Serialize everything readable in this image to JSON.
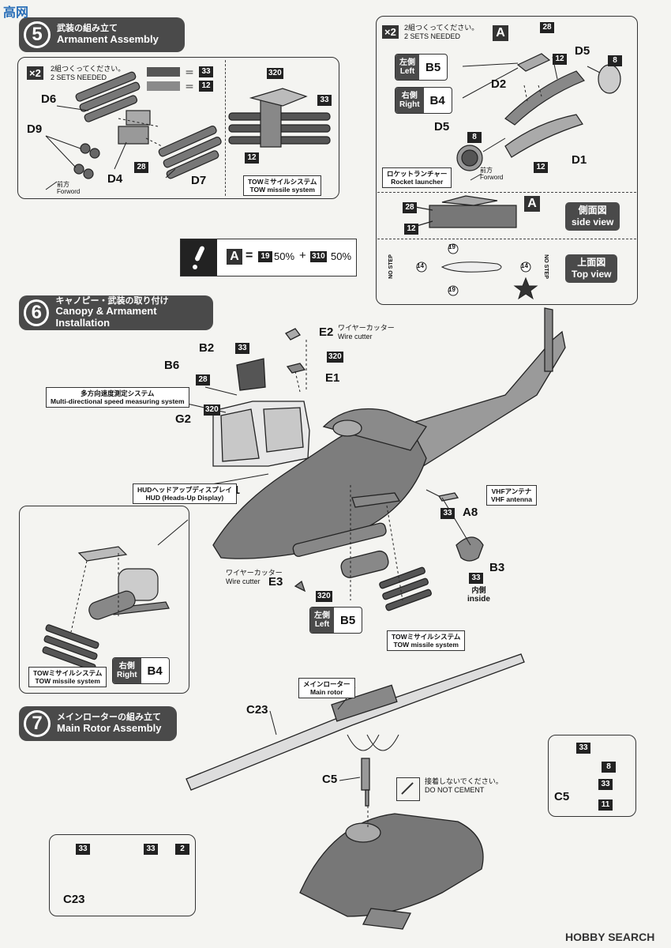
{
  "step5": {
    "num": "5",
    "title_jp": "武装の組み立て",
    "title_en": "Armament Assembly",
    "x2": "×2",
    "make_jp": "2組つくってください。",
    "make_en": "2 SETS NEEDED",
    "legend": [
      {
        "code": "33",
        "eq": "＝"
      },
      {
        "code": "12",
        "eq": "＝"
      }
    ],
    "parts": [
      "D6",
      "D9",
      "D4",
      "D7"
    ],
    "badge28": "28",
    "forward_jp": "前方",
    "forward_en": "Forword",
    "tow_code_top": "320",
    "tow_code_right": "33",
    "tow_code_bottom": "12",
    "tow_caption_jp": "TOWミサイルシステム",
    "tow_caption_en": "TOW missile system"
  },
  "launcher": {
    "x2": "×2",
    "make_jp": "2組つくってください。",
    "make_en": "2 SETS NEEDED",
    "a_box": "A",
    "codes": {
      "c28": "28",
      "c12a": "12",
      "c8a": "8",
      "c8b": "8",
      "c12b": "12"
    },
    "parts": {
      "d5a": "D5",
      "d2": "D2",
      "d5b": "D5",
      "d1": "D1"
    },
    "left_jp": "左側",
    "left_en": "Left",
    "left_part": "B5",
    "right_jp": "右側",
    "right_en": "Right",
    "right_part": "B4",
    "caption_jp": "ロケットランチャー",
    "caption_en": "Rocket launcher",
    "forward_jp": "前方",
    "forward_en": "Forword",
    "side_codes": {
      "c28": "28",
      "c12": "12",
      "a": "A"
    },
    "side_view_jp": "側面図",
    "side_view_en": "side view",
    "top_view_jp": "上面図",
    "top_view_en": "Top view",
    "top_codes": {
      "a": "19",
      "b": "14",
      "c": "14",
      "d": "19"
    },
    "no_step": "NO STEP"
  },
  "paint": {
    "a_box": "A",
    "eq": "=",
    "c1": "19",
    "p1": "50%",
    "plus": "+",
    "c2": "310",
    "p2": "50%"
  },
  "step6": {
    "num": "6",
    "title_jp": "キャノピー・武装の取り付け",
    "title_en": "Canopy & Armament Installation",
    "wire_cutter_jp": "ワイヤーカッター",
    "wire_cutter_en": "Wire cutter",
    "parts": {
      "e2": "E2",
      "b2": "B2",
      "b6": "B6",
      "e1": "E1",
      "g2": "G2",
      "g1": "G1",
      "a8": "A8",
      "b3": "B3",
      "e3": "E3"
    },
    "codes": {
      "c33a": "33",
      "c320a": "320",
      "c28": "28",
      "c320b": "320",
      "c33b": "33",
      "c33c": "33",
      "c320c": "320"
    },
    "speed_jp": "多方向速度測定システム",
    "speed_en": "Multi-directional speed measuring system",
    "hud_jp": "HUDヘッドアップディスプレイ",
    "hud_en": "HUD (Heads-Up Display)",
    "vhf_jp": "VHFアンテナ",
    "vhf_en": "VHF antenna",
    "inside_jp": "内側",
    "inside_en": "inside",
    "left_jp": "左側",
    "left_en": "Left",
    "left_part": "B5",
    "right_jp": "右側",
    "right_en": "Right",
    "right_part": "B4",
    "tow_jp": "TOWミサイルシステム",
    "tow_en": "TOW missile system"
  },
  "step7": {
    "num": "7",
    "title_jp": "メインローターの組み立て",
    "title_en": "Main Rotor Assembly",
    "main_rotor_jp": "メインローター",
    "main_rotor_en": "Main rotor",
    "parts": {
      "c23": "C23",
      "c5": "C5",
      "c5b": "C5",
      "c23b": "C23"
    },
    "no_cement_jp": "接着しないでください。",
    "no_cement_en": "DO NOT CEMENT",
    "codes": {
      "a": "33",
      "b": "8",
      "c": "33",
      "d": "11",
      "e": "33",
      "f": "33",
      "g": "2"
    }
  },
  "watermark": {
    "left": "高网",
    "right": "HOBBY SEARCH"
  }
}
